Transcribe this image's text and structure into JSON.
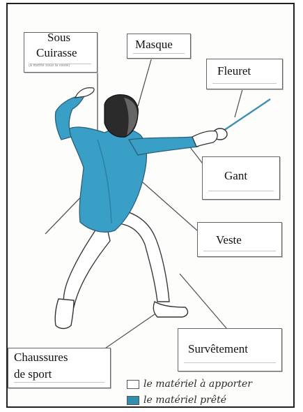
{
  "labels": {
    "sous_cuirasse": "Sous\nCuirasse",
    "sous_cuirasse_line1": "Sous",
    "sous_cuirasse_line2": "Cuirasse",
    "sous_cuirasse_note": "(à mettre sous la veste)",
    "masque": "Masque",
    "fleuret": "Fleuret",
    "gant": "Gant",
    "veste": "Veste",
    "chaussures_line1": "Chaussures",
    "chaussures_line2": "de sport",
    "survetement": "Survêtement"
  },
  "legend": {
    "items": [
      {
        "text": "le matériel à apporter",
        "swatch_color": "#ffffff"
      },
      {
        "text": "le matériel prêté",
        "swatch_color": "#2f8fb0"
      }
    ]
  },
  "colors": {
    "jacket": "#3a9fc7",
    "jacket_shade": "#2a7fa5",
    "mask": "#2b2b2b",
    "outline": "#3a3a3a",
    "pointer": "#555555"
  }
}
